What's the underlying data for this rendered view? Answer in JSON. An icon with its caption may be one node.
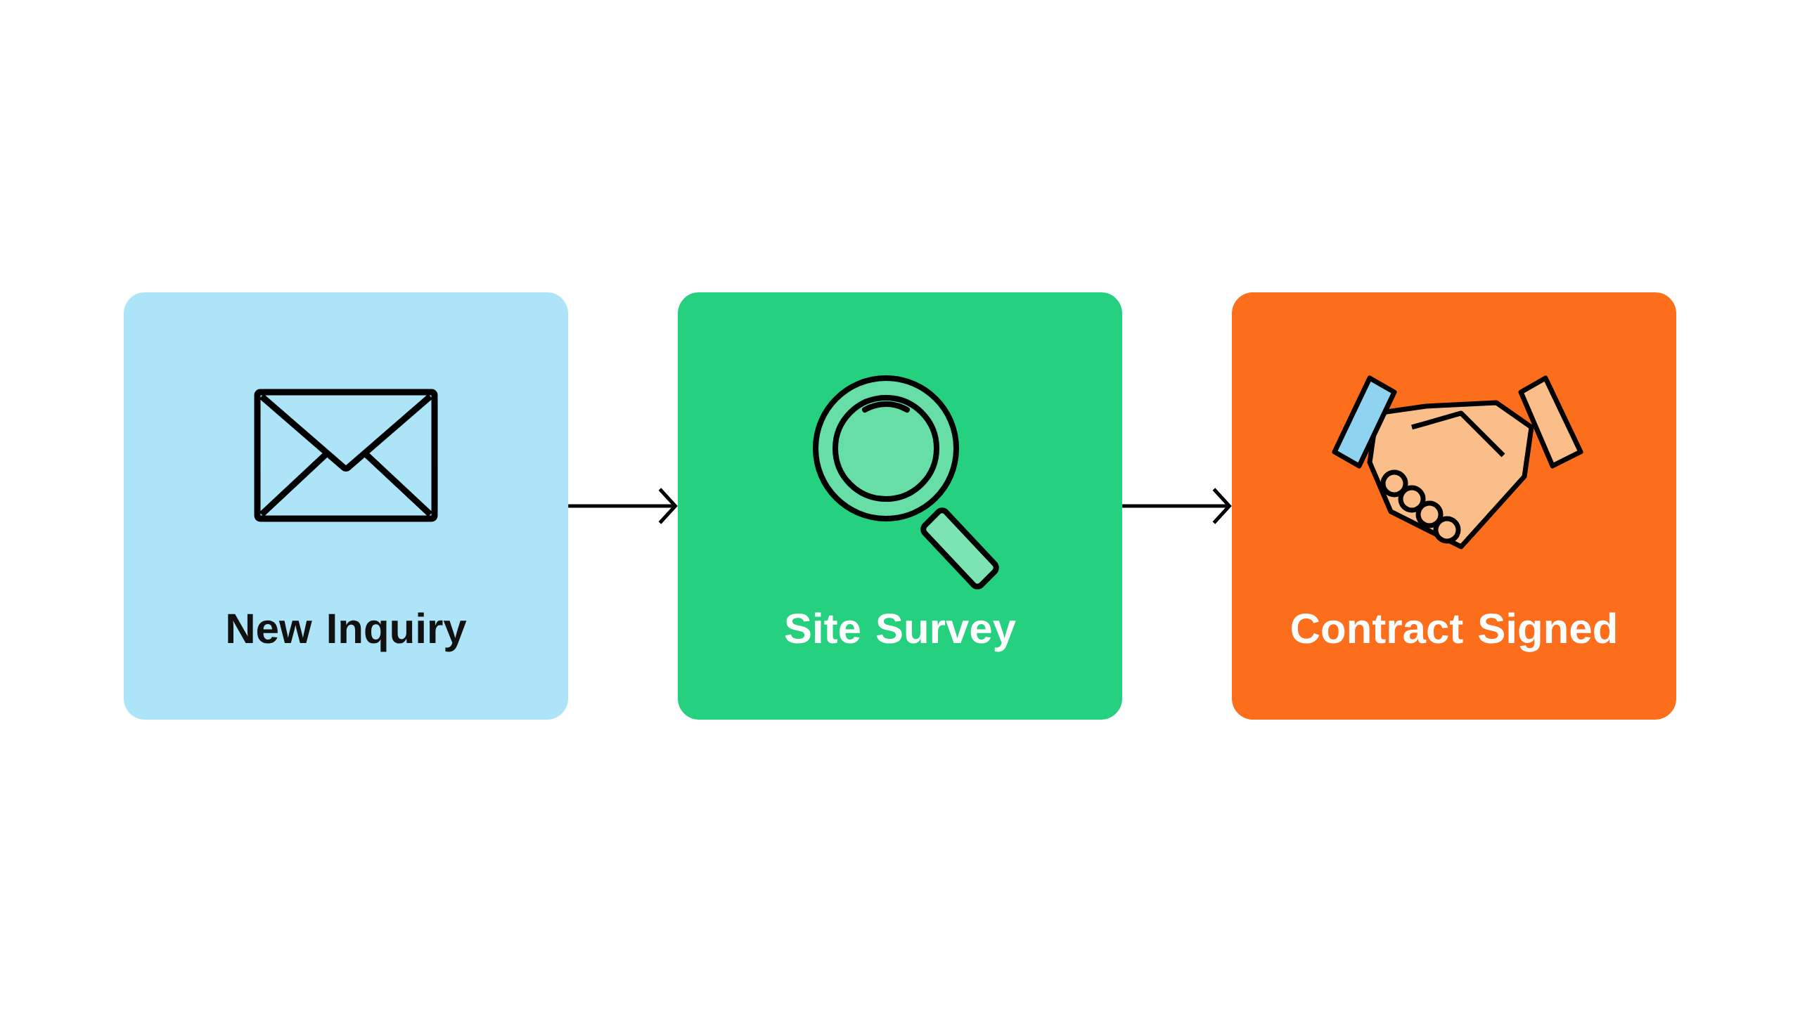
{
  "diagram": {
    "nodes": [
      {
        "text": [
          "New Inquiry"
        ]
      },
      {
        "text": [
          "Site Survey"
        ]
      },
      {
        "text": [
          "Contract Signed"
        ]
      }
    ],
    "edges": [
      {
        "from": 0,
        "to": 1,
        "arrow": "to"
      },
      {
        "from": 1,
        "to": 2,
        "arrow": "to"
      }
    ]
  }
}
